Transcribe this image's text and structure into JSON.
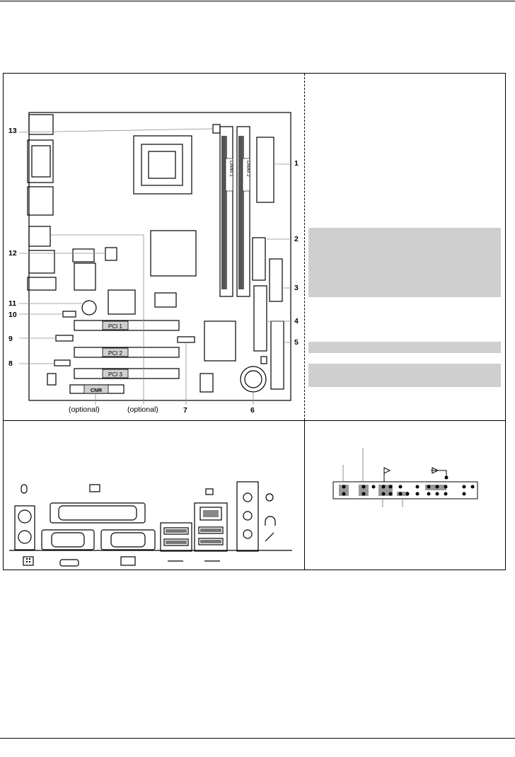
{
  "board": {
    "callouts": [
      "1",
      "2",
      "3",
      "4",
      "5",
      "6",
      "7",
      "8",
      "9",
      "10",
      "11",
      "12",
      "13"
    ],
    "optional_left": "(optional)",
    "optional_right": "(optional)",
    "slots": [
      "PCI 1",
      "PCI 2",
      "PCI 3",
      "CNR"
    ],
    "dimm": [
      "DIMM 1",
      "DIMM 2"
    ]
  },
  "colors": {
    "highlight": "#cfcfcf",
    "line": "#000000",
    "leader": "#8c8c8c"
  }
}
